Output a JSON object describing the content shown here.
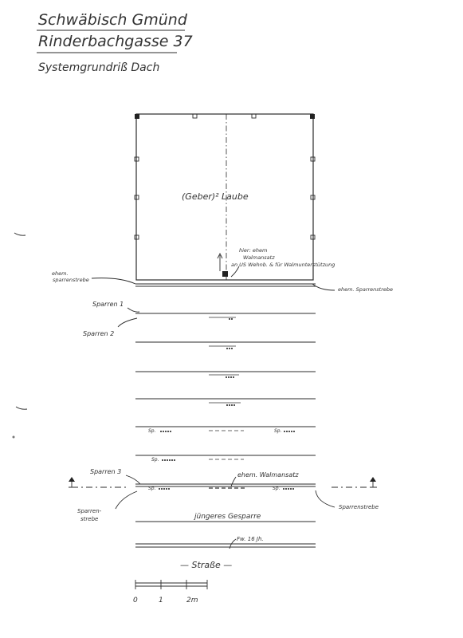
{
  "header": {
    "city": "Schwäbisch Gmünd",
    "street": "Rinderbachgasse 37",
    "subtitle": "Systemgrundriß Dach"
  },
  "plan": {
    "room_label": "(Geber)² Laube",
    "note_hier": "hier: ehem",
    "note_walmansatz": "Walmansatz",
    "note_rahmen": "an US Wehnb. & für Walmunterstützung",
    "left_strebe_1": "ehem.",
    "left_strebe_2": "sparrenstrebe",
    "right_strebe": "ehem. Sparrenstrebe",
    "sparren_1": "Sparren 1",
    "sparren_2": "Sparren 2",
    "sparren_3": "Sparren 3",
    "sp_a_left": "Sp. ",
    "sp_a_right": "Sp. ",
    "sp_b_left": "Sp. ",
    "sp_c_left": "Sp. ",
    "sp_c_right": "Sp. ",
    "walmansatz_label": "ehem. Walmansatz",
    "left_sparrenstrebe_1": "Sparren-",
    "left_sparrenstrebe_2": "strebe",
    "right_sparrenstrebe": "Sparrenstrebe",
    "younger_label": "jüngeres Gesparre",
    "fw_label": "Fw. 16 Jh.",
    "street_label": "— Straße —"
  },
  "scale": {
    "tick_0": "0",
    "tick_1": "1",
    "tick_2": "2m"
  }
}
